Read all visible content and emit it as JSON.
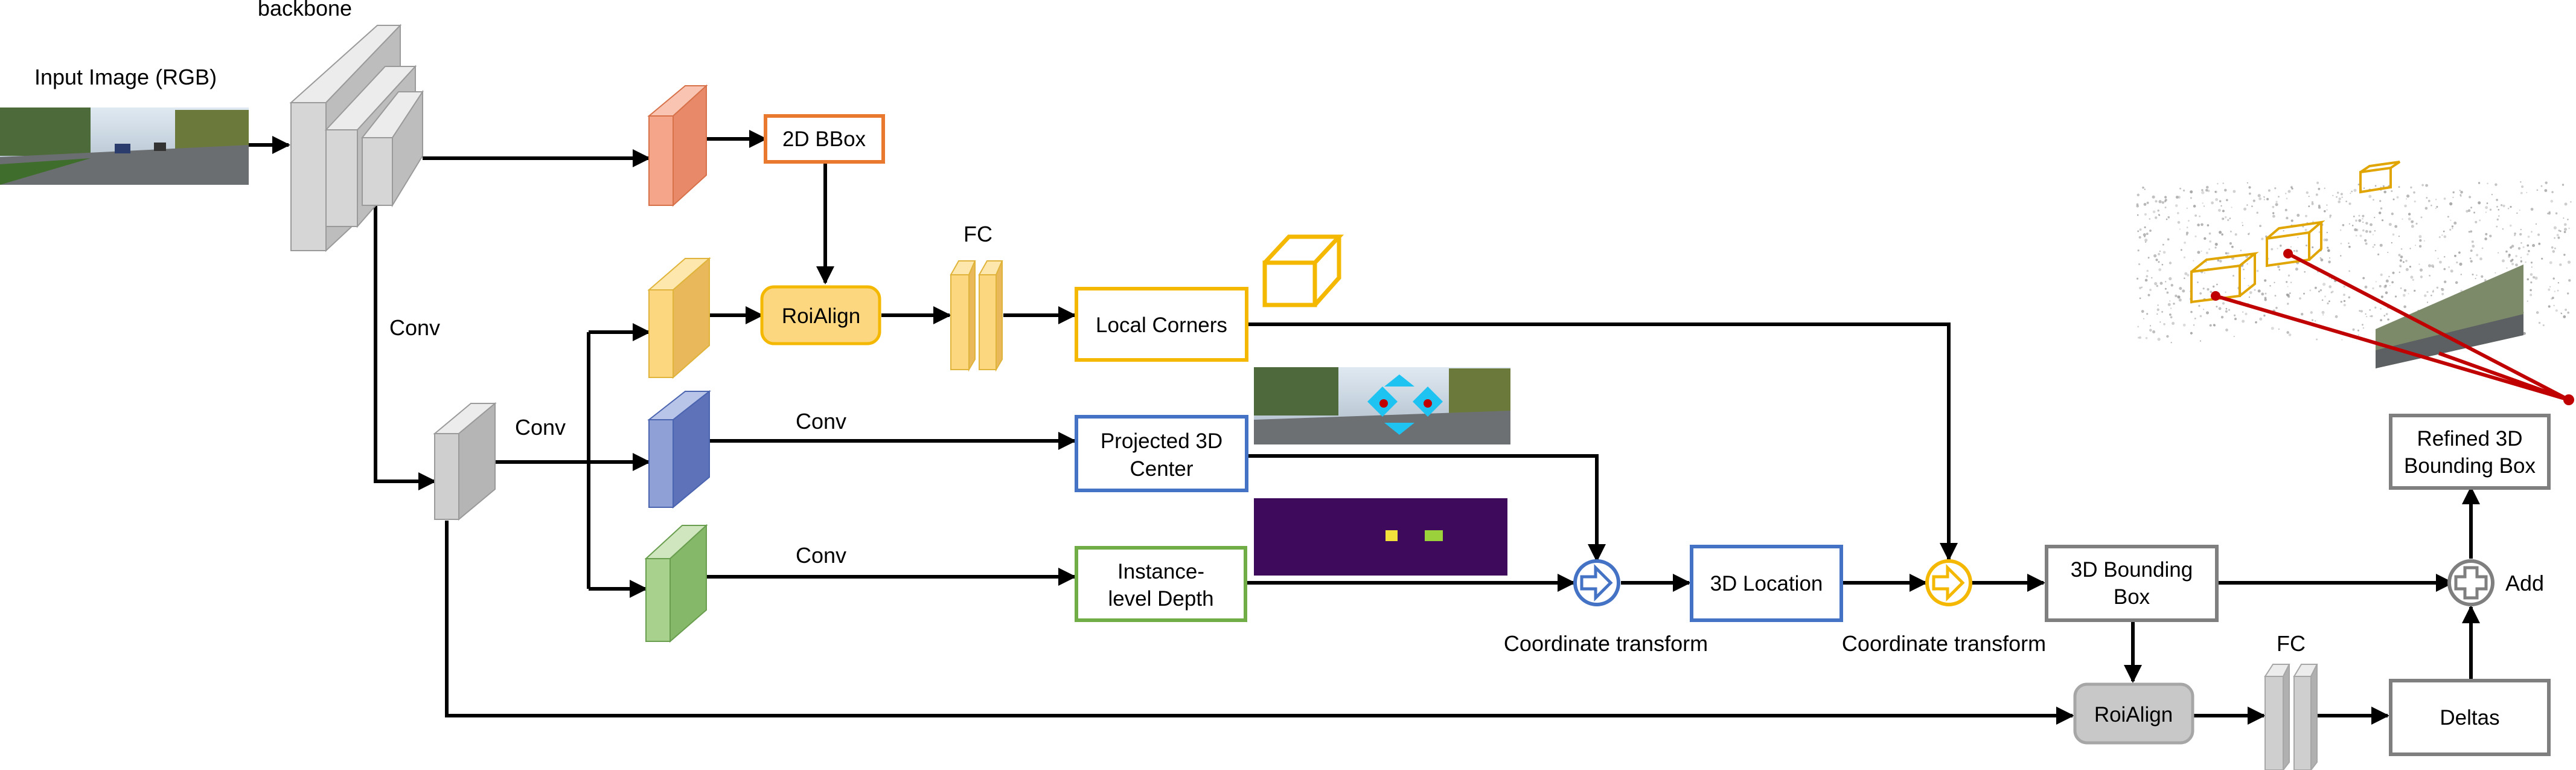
{
  "nodes": {
    "input_image": {
      "label": "Input Image (RGB)"
    },
    "backbone": {
      "label": "backbone"
    },
    "bbox2d": {
      "label": "2D BBox"
    },
    "roialign_top": {
      "label": "RoiAlign"
    },
    "fc_top": {
      "label": "FC"
    },
    "local_corners": {
      "label": "Local Corners"
    },
    "proj_center": {
      "line1": "Projected 3D",
      "line2": "Center"
    },
    "inst_depth": {
      "line1": "Instance-",
      "line2": "level Depth"
    },
    "location3d": {
      "label": "3D Location"
    },
    "bbox3d": {
      "line1": "3D Bounding",
      "line2": "Box"
    },
    "roialign_bottom": {
      "label": "RoiAlign"
    },
    "fc_bottom": {
      "label": "FC"
    },
    "deltas": {
      "label": "Deltas"
    },
    "refined": {
      "line1": "Refined 3D",
      "line2": "Bounding Box"
    },
    "add": {
      "label": "Add"
    },
    "coord_transform_1": {
      "label": "Coordinate transform"
    },
    "coord_transform_2": {
      "label": "Coordinate transform"
    }
  },
  "edge_labels": {
    "conv_backbone": "Conv",
    "conv_shared": "Conv",
    "conv_center": "Conv",
    "conv_depth": "Conv"
  },
  "colors": {
    "orange": "#e8792f",
    "orange_fill": "#f4a58a",
    "yellow": "#f5b800",
    "yellow_fill": "#fcd77f",
    "blue": "#4472c4",
    "blue_fill": "#8ea0d6",
    "green": "#70ad47",
    "green_fill": "#a9d18e",
    "gray": "#7f7f7f",
    "gray_fill": "#c8c8c8",
    "red": "#c00000",
    "heatmap_bg": "#3d0a5c"
  }
}
